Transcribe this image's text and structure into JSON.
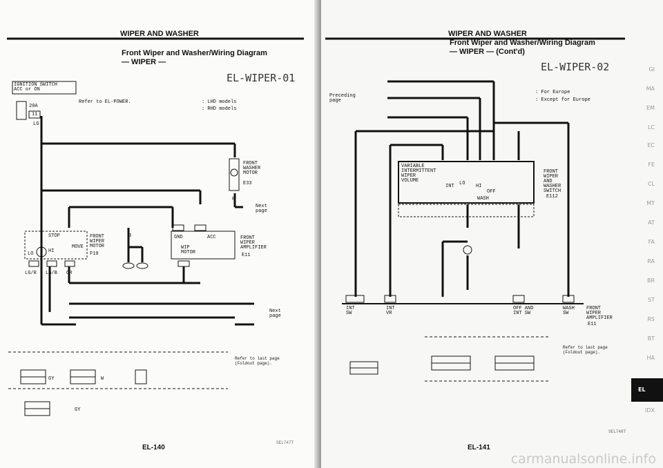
{
  "left": {
    "header": "WIPER AND WASHER",
    "title": "Front Wiper and Washer/Wiring Diagram",
    "subtitle": "— WIPER —",
    "code": "EL-WIPER-01",
    "ignition": "IGNITION SWITCH\nACC or ON",
    "fuse": "20A",
    "fuse_no": "11",
    "refer": "Refer to EL-POWER.",
    "legend_lhd": ": LHD models",
    "legend_rhd": ": RHD models",
    "washer_motor": "FRONT\nWASHER\nMOTOR",
    "washer_motor_code": "E33",
    "wiper_motor": "FRONT\nWIPER\nMOTOR",
    "wiper_motor_code": "F10",
    "amp": "FRONT\nWIPER\nAMPLIFIER",
    "amp_code": "E11",
    "next_page": "Next\npage",
    "stop": "STOP",
    "move": "MOVE",
    "lo": "LO",
    "hi": "HI",
    "wire_lg": "LG",
    "wire_lgb": "LG/B",
    "wire_lgr": "LG/R",
    "wire_b": "B",
    "wire_or": "OR",
    "wire_p": "P",
    "gnd": "GND",
    "acc": "ACC",
    "wip_motor": "WIP\nMOTOR",
    "gy": "GY",
    "w": "W",
    "refer_last": "Refer to last page\n(Foldout page).",
    "page_no": "EL-140",
    "sel": "SEL747T"
  },
  "right": {
    "header": "WIPER AND WASHER",
    "title": "Front Wiper and Washer/Wiring Diagram",
    "subtitle": "— WIPER — (Cont'd)",
    "code": "EL-WIPER-02",
    "preceding": "Preceding\npage",
    "legend_eu": ": For Europe",
    "legend_ex": ": Except for Europe",
    "switch": "VARIABLE\nINTERMITTENT\nWIPER\nVOLUME",
    "combo_switch": "FRONT\nWIPER\nAND\nWASHER\nSWITCH",
    "combo_code": "E112",
    "int": "INT",
    "lo": "LO",
    "hi": "HI",
    "off": "OFF",
    "wash": "WASH",
    "off_and_int": "OFF AND\nINT SW",
    "int_sw": "INT\nSW",
    "int_vr": "INT\nVR",
    "wash_sw": "WASH\nSW",
    "amp": "FRONT\nWIPER\nAMPLIFIER",
    "amp_code": "E11",
    "refer_last": "Refer to last page\n(Foldout page).",
    "page_no": "EL-141",
    "sel": "SEL748T"
  },
  "tabs": [
    "GI",
    "MA",
    "EM",
    "LC",
    "EC",
    "FE",
    "CL",
    "MT",
    "AT",
    "FA",
    "RA",
    "BR",
    "ST",
    "RS",
    "BT",
    "HA",
    "EL",
    "IDX"
  ],
  "active_tab": "EL",
  "watermark": "carmanualsonline.info"
}
